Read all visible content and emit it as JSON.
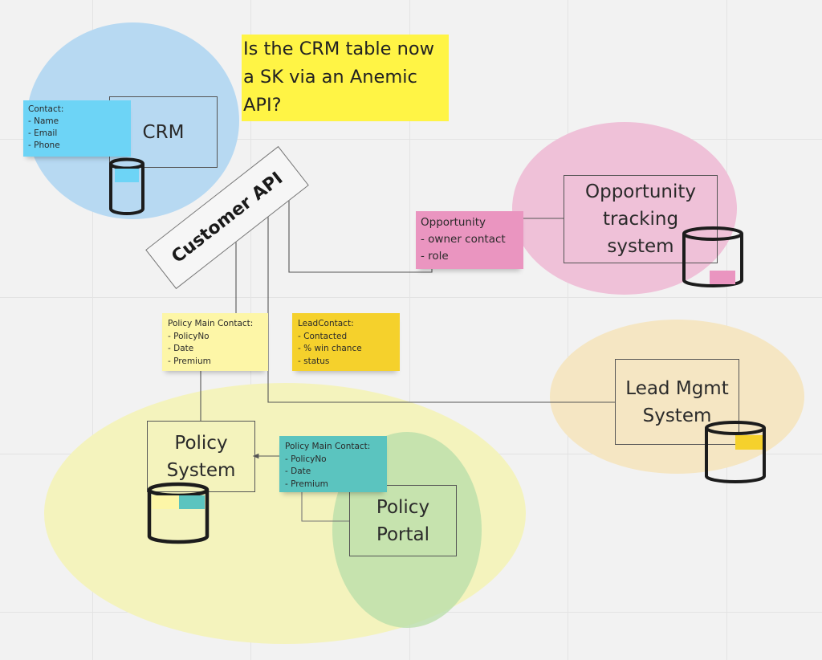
{
  "board": {
    "background": "#f2f2f2",
    "question_note": {
      "lines": [
        "Is the CRM table now",
        "a SK via an Anemic",
        "API?"
      ],
      "color": "#fff445"
    },
    "api_label": "Customer API",
    "groups": [
      {
        "id": "crm-group",
        "color": "#b7d9f2"
      },
      {
        "id": "opportunity-group",
        "color": "#efc1d8"
      },
      {
        "id": "lead-group",
        "color": "#f5e6c3"
      },
      {
        "id": "policy-group",
        "color": "#f4f3bd"
      },
      {
        "id": "portal-group",
        "color": "#c6e3b5"
      }
    ],
    "systems": {
      "crm": "CRM",
      "opportunity": "Opportunity\ntracking\nsystem",
      "lead": "Lead Mgmt\nSystem",
      "policy": "Policy\nSystem",
      "portal": "Policy\nPortal"
    },
    "notes": {
      "contact": {
        "lines": [
          "Contact:",
          "- Name",
          "- Email",
          "- Phone"
        ],
        "color": "#6dd4f6"
      },
      "opportunity": {
        "lines": [
          "Opportunity",
          "- owner contact",
          "- role"
        ],
        "color": "#ea95c0"
      },
      "policy_contact": {
        "lines": [
          "Policy Main Contact:",
          "- PolicyNo",
          "- Date",
          "- Premium"
        ],
        "color": "#fdf6a7"
      },
      "lead_contact": {
        "lines": [
          "LeadContact:",
          "- Contacted",
          "- % win chance",
          "- status"
        ],
        "color": "#f5d12c"
      },
      "portal_contact": {
        "lines": [
          "Policy Main Contact:",
          "- PolicyNo",
          "- Date",
          "- Premium"
        ],
        "color": "#5bc4bf"
      }
    },
    "databases": [
      {
        "id": "crm-db",
        "mini_notes": [
          "#6dd4f6"
        ]
      },
      {
        "id": "opportunity-db",
        "mini_notes": [
          "#ea95c0"
        ]
      },
      {
        "id": "lead-db",
        "mini_notes": [
          "#f5d12c"
        ]
      },
      {
        "id": "policy-db",
        "mini_notes": [
          "#fdf6a7",
          "#5bc4bf"
        ]
      }
    ]
  }
}
